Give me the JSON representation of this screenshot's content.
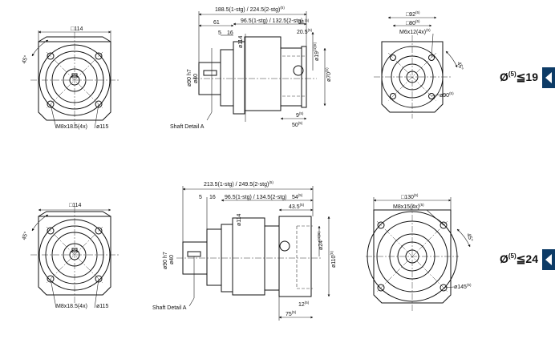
{
  "top": {
    "front_left": {
      "square": "□114",
      "angle": "45°",
      "bolt": "M8x18.5(4x)",
      "pcd": "ø115"
    },
    "side": {
      "total": "188.5(1-stg) / 224.5(2-stg)",
      "total_sup": "(5)",
      "body": "96.5(1-stg) / 132.5(2-stg)",
      "d61": "61",
      "d5": "5",
      "d16": "16",
      "d31": "31",
      "d31_sup": "(5)",
      "d20_5": "20.5",
      "d20_5_sup": "(5)",
      "shaft_h7": "ø90 h7",
      "d40": "ø40",
      "d114": "ø114",
      "d19": "ø19",
      "d19_sup": "(4)(6)",
      "d70": "ø70",
      "d70_sup": "(5)",
      "d9": "9",
      "d9_sup": "(5)",
      "d50": "50",
      "d50_sup": "(5)",
      "shaft_detail": "Shaft Detail  A"
    },
    "front_right": {
      "sq92": "□92",
      "sq92_sup": "(5)",
      "sq80": "□80",
      "sq80_sup": "(5)",
      "bolt": "M6x12(4x)",
      "bolt_sup": "(5)",
      "angle": "45°",
      "pcd": "ø90",
      "pcd_sup": "(5)"
    },
    "badge": {
      "prefix": "Ø",
      "sup": "(5)",
      "text": "≦19"
    }
  },
  "bottom": {
    "front_left": {
      "square": "□114",
      "angle": "45°",
      "bolt": "M8x18.5(4x)",
      "pcd": "ø115"
    },
    "side": {
      "total": "213.5(1-stg) / 249.5(2-stg)",
      "total_sup": "(5)",
      "body": "96.5(1-stg) / 134.5(2-stg)",
      "d5": "5",
      "d16": "16",
      "d54": "54",
      "d54_sup": "(5)",
      "d43_5": "43.5",
      "d43_5_sup": "(5)",
      "shaft_h7": "ø90 h7",
      "d40": "ø40",
      "d114": "ø114",
      "d24": "ø24",
      "d24_sup": "(4)(6)",
      "d110": "ø110",
      "d110_sup": "(5)",
      "d12": "12",
      "d12_sup": "(5)",
      "d75": "75",
      "d75_sup": "(5)",
      "shaft_detail": "Shaft Detail  A"
    },
    "front_right": {
      "sq130": "□130",
      "sq130_sup": "(5)",
      "bolt": "M8x15(4x)",
      "bolt_sup": "(5)",
      "angle": "45°",
      "pcd": "ø145",
      "pcd_sup": "(5)"
    },
    "badge": {
      "prefix": "Ø",
      "sup": "(5)",
      "text": "≦24"
    }
  },
  "colors": {
    "accent": "#0d3b66",
    "line": "#111111"
  }
}
